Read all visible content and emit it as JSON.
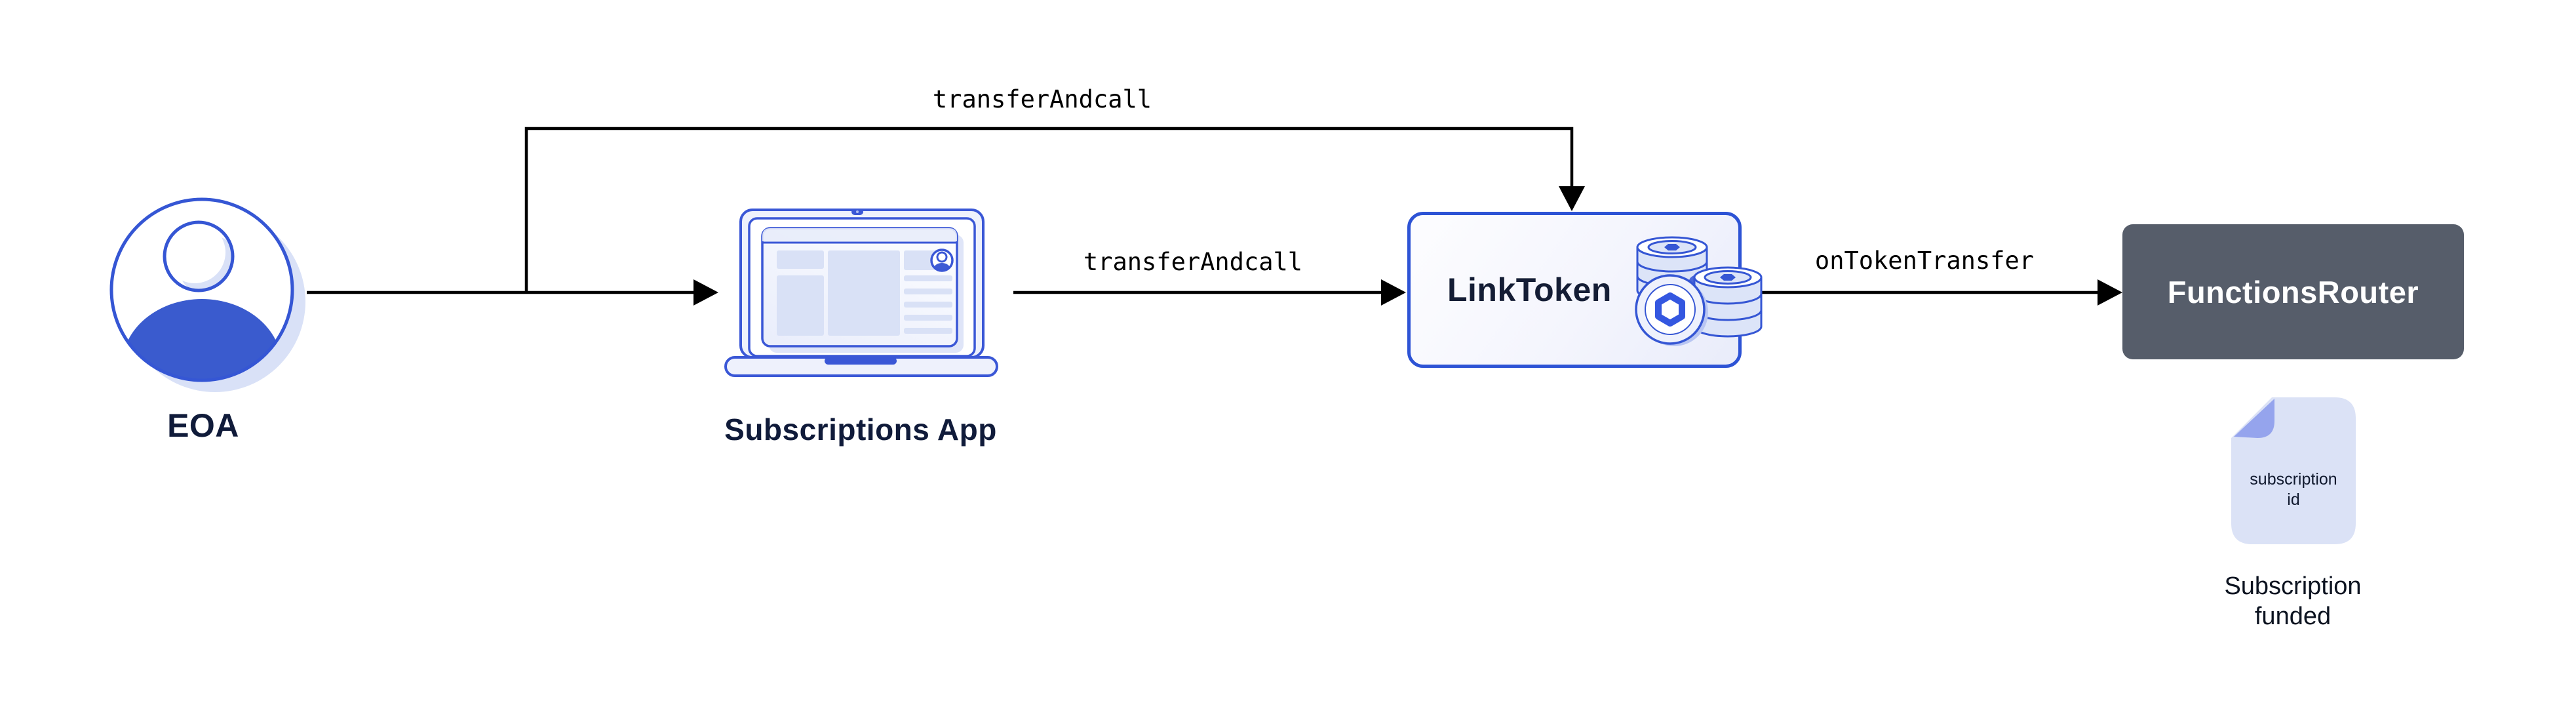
{
  "diagram": {
    "title_context": "token transfer flow",
    "nodes": {
      "eoa": {
        "label": "EOA"
      },
      "subscriptions_app": {
        "label": "Subscriptions App"
      },
      "link_token": {
        "label": "LinkToken"
      },
      "functions_router": {
        "label": "FunctionsRouter"
      },
      "subscription_doc": {
        "line1": "subscription",
        "line2": "id"
      },
      "result_caption": {
        "line1": "Subscription",
        "line2": "funded"
      }
    },
    "edges": {
      "eoa_to_linktoken_top": {
        "label": "transferAndcall"
      },
      "app_to_linktoken": {
        "label": "transferAndcall"
      },
      "linktoken_to_router": {
        "label": "onTokenTransfer"
      }
    },
    "icons": {
      "eoa": "user-avatar-icon",
      "subscriptions_app": "laptop-browser-icon",
      "link_token": "coin-stack-chainlink-icon",
      "subscription": "document-folded-corner-icon"
    },
    "colors": {
      "accent_blue_stroke": "#3556d4",
      "solid_blue_fill": "#3a5bce",
      "light_blue_fill": "#dce4f8",
      "panel_light": "#eef1fc",
      "shadow_blue": "#d9e1f7",
      "dark_navy_text": "#101b3a",
      "slate_box": "#565d6a",
      "doc_fill": "#dbe2f6",
      "doc_fold": "#95a4ed",
      "arrow_black": "#000000",
      "background": "#ffffff"
    }
  }
}
